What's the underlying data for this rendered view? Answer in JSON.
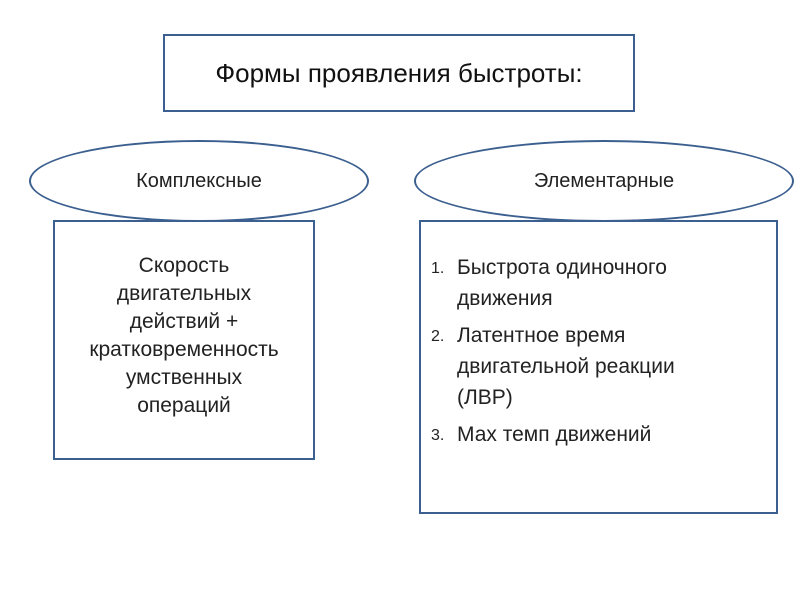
{
  "title": "Формы проявления быстроты:",
  "left": {
    "oval_label": "Комплексные",
    "box_text": "Скорость\nдвигательных\nдействий +\nкратковременность\nумственных\nопераций"
  },
  "right": {
    "oval_label": "Элементарные",
    "items": [
      {
        "num": "1.",
        "text": "Быстрота одиночного\n   движения"
      },
      {
        "num": "2.",
        "text": "Латентное время\n   двигательной реакции\n   (ЛВР)"
      },
      {
        "num": "3.",
        "text": "Мах  темп движений"
      }
    ]
  },
  "colors": {
    "border": "#3b5f8f",
    "text": "#222222",
    "background": "#ffffff"
  }
}
